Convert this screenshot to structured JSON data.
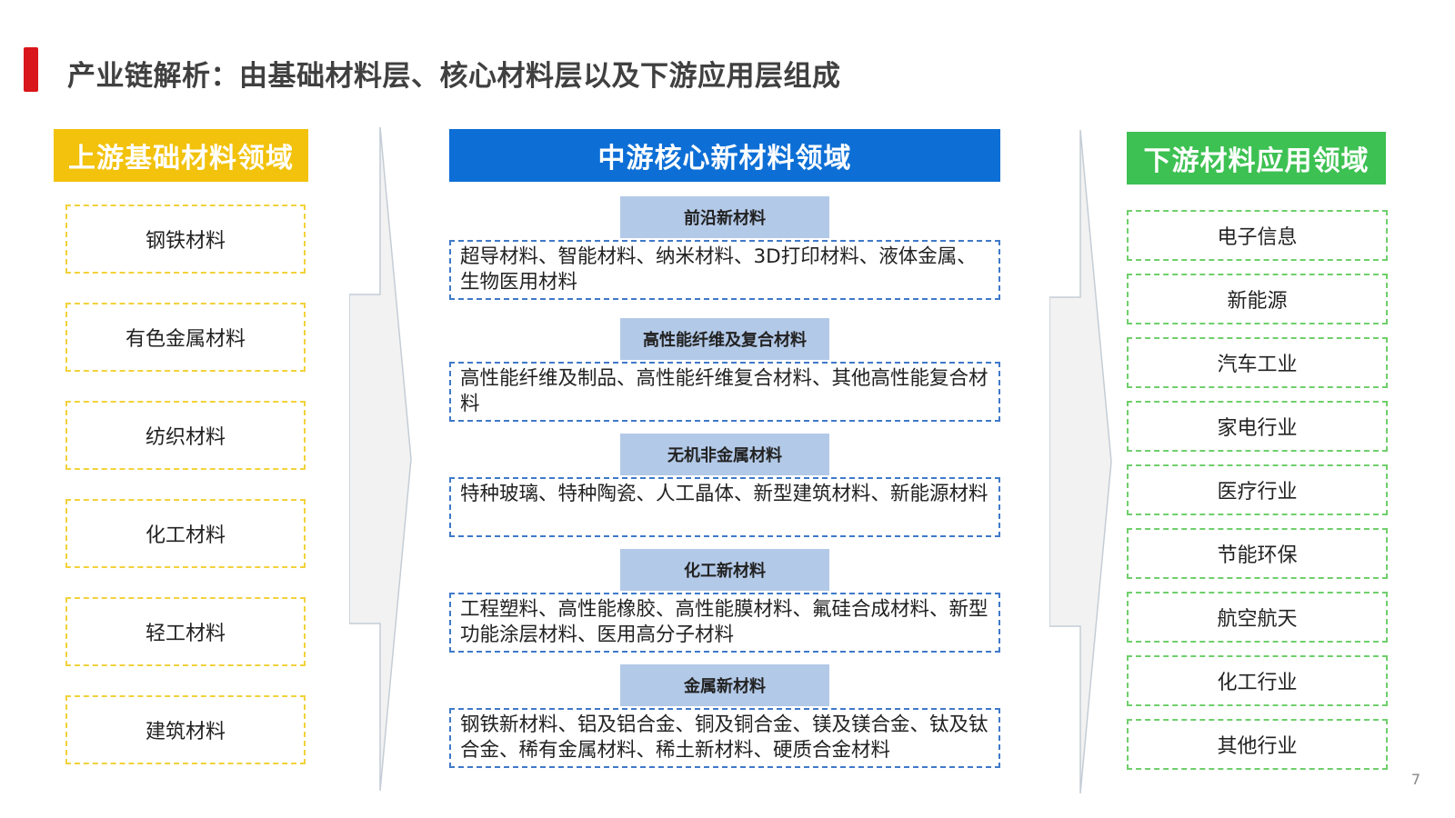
{
  "page": {
    "title": "产业链解析：由基础材料层、核心材料层以及下游应用层组成",
    "page_number": "7"
  },
  "colors": {
    "accent_red": "#d9161c",
    "upstream": "#f2c20c",
    "midstream": "#0d6fd6",
    "midstream_label": "#b3c9e8",
    "downstream": "#3dc152"
  },
  "upstream": {
    "header": "上游基础材料领域",
    "items": [
      "钢铁材料",
      "有色金属材料",
      "纺织材料",
      "化工材料",
      "轻工材料",
      "建筑材料"
    ]
  },
  "midstream": {
    "header": "中游核心新材料领域",
    "groups": [
      {
        "label": "前沿新材料",
        "text": "超导材料、智能材料、纳米材料、3D打印材料、液体金属、生物医用材料"
      },
      {
        "label": "高性能纤维及复合材料",
        "text": "高性能纤维及制品、高性能纤维复合材料、其他高性能复合材料"
      },
      {
        "label": "无机非金属材料",
        "text": "特种玻璃、特种陶瓷、人工晶体、新型建筑材料、新能源材料"
      },
      {
        "label": "化工新材料",
        "text": "工程塑料、高性能橡胶、高性能膜材料、氟硅合成材料、新型功能涂层材料、医用高分子材料"
      },
      {
        "label": "金属新材料",
        "text": "钢铁新材料、铝及铝合金、铜及铜合金、镁及镁合金、钛及钛合金、稀有金属材料、稀土新材料、硬质合金材料"
      }
    ]
  },
  "downstream": {
    "header": "下游材料应用领域",
    "items": [
      "电子信息",
      "新能源",
      "汽车工业",
      "家电行业",
      "医疗行业",
      "节能环保",
      "航空航天",
      "化工行业",
      "其他行业"
    ]
  }
}
